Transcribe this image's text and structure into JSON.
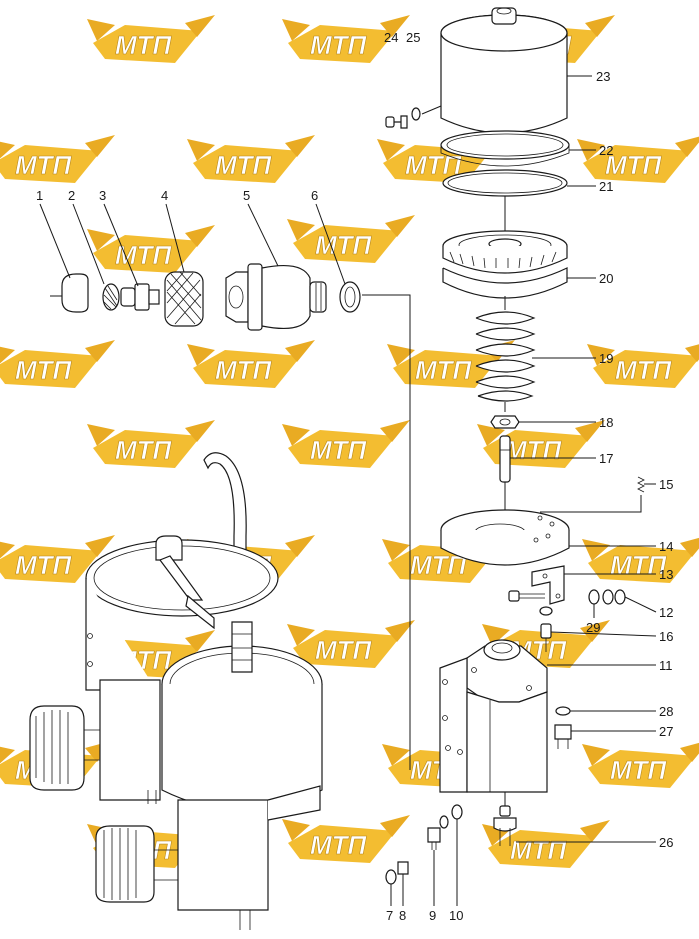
{
  "watermark": {
    "text": "МТП",
    "color": "#f2b61b",
    "shadow": "#e7a20c"
  },
  "callouts": [
    "1",
    "2",
    "3",
    "4",
    "5",
    "6",
    "7",
    "8",
    "9",
    "10",
    "11",
    "12",
    "13",
    "14",
    "15",
    "16",
    "17",
    "18",
    "19",
    "20",
    "21",
    "22",
    "23",
    "24",
    "25",
    "26",
    "27",
    "28",
    "29"
  ]
}
